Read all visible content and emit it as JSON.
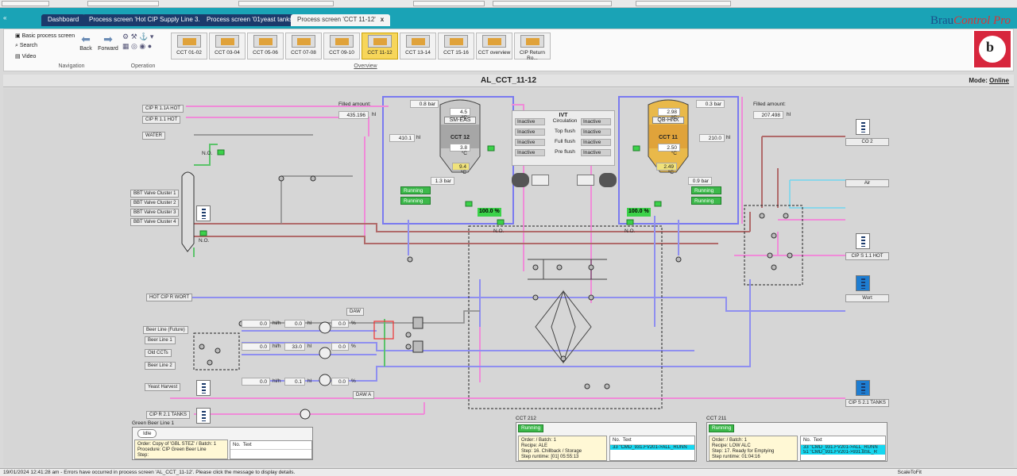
{
  "tabs": [
    {
      "label": "Dashboard",
      "active": false
    },
    {
      "label": "Process screen 'Hot CIP Supply Line 3...'",
      "active": false
    },
    {
      "label": "Process screen '01yeast tanks'",
      "active": false
    },
    {
      "label": "Process screen 'CCT 11-12'",
      "active": true
    }
  ],
  "brand": {
    "a": "Brau",
    "b": "Control Pro"
  },
  "ribbon": {
    "nav_items": [
      "Basic process screen",
      "Search",
      "Video"
    ],
    "back": "Back",
    "forward": "Forward",
    "navigation": "Navigation",
    "operation": "Operation",
    "overview": "Overview",
    "ccts": [
      "CCT 01-02",
      "CCT 03-04",
      "CCT 05-06",
      "CCT 07-08",
      "CCT 09-10",
      "CCT 11-12",
      "CCT 13-14",
      "CCT 15-16",
      "CCT overview",
      "CIP Return Ro..."
    ]
  },
  "screen": {
    "title": "AL_CCT_11-12",
    "mode_label": "Mode:",
    "mode_value": "Online"
  },
  "left_labels": [
    "CIP R 1.1A HOT",
    "CIP R 1.1 HOT",
    "WATER",
    "BBT Valve Cluster 1",
    "BBT Valve Cluster 2",
    "BBT Valve Cluster 3",
    "BBT Valve Cluster 4",
    "HOT CIP R WORT",
    "Beer Line (Future)",
    "Beer Line 1",
    "Old CCTs",
    "Beer Line 2",
    "Yeast Harvest",
    "CIP R 2.1 TANKS"
  ],
  "right_labels": [
    "CO 2",
    "Air",
    "CIP S 1.1 HOT",
    "Wort",
    "CIP S 2.1 TANKS"
  ],
  "misc": {
    "no": "N.O.",
    "daw": "DAW",
    "daw_a": "DAW A",
    "hl": "hl",
    "hl_h": "hl/h",
    "pct": "%"
  },
  "cct12": {
    "filled_label": "Filled amount:",
    "filled_value": "435.196",
    "unit": "hl",
    "pressure_top": "0.8 bar",
    "level_left": "410.1",
    "tank_name": "SM-EAS",
    "tank_id": "CCT 12",
    "temp1": "4.5 °C",
    "temp2": "3.8 °C",
    "temp3": "9.4 °C",
    "pressure_bottom": "1.3 bar",
    "run1": "Running",
    "run2": "Running",
    "valve_pct": "100.0 %"
  },
  "cct11": {
    "filled_label": "Filled amount:",
    "filled_value": "207.498",
    "unit": "hl",
    "pressure_top": "0.3 bar",
    "level_right": "210.0",
    "tank_name": "QB-HNX",
    "tank_id": "CCT 11",
    "temp1": "2.98 °C",
    "temp2": "2.50 °C",
    "temp3": "2.49 °C",
    "pressure_bottom": "0.9 bar",
    "run1": "Running",
    "run2": "Running",
    "valve_pct": "100.0 %"
  },
  "ivt": {
    "title": "IVT",
    "rows": [
      {
        "a": "Inactive",
        "m": "Circulation",
        "b": "Inactive"
      },
      {
        "a": "Inactive",
        "m": "Top flush",
        "b": "Inactive"
      },
      {
        "a": "Inactive",
        "m": "Full flush",
        "b": "Inactive"
      },
      {
        "a": "Inactive",
        "m": "Pre flush",
        "b": "Inactive"
      }
    ]
  },
  "flow_rows": [
    {
      "rate": "0.0",
      "vol": "0.0",
      "pct": "0.0"
    },
    {
      "rate": "0.0",
      "vol": "33.0",
      "pct": "0.0"
    },
    {
      "rate": "0.0",
      "vol": "0.1",
      "pct": "0.0"
    }
  ],
  "green_beer": {
    "title": "Green Beer Line 1",
    "state": "Idle",
    "order_label": "Order:",
    "order_value": "Copy of 'GBL STEZ' / Batch: 1",
    "procedure_label": "Procedure:",
    "procedure_value": "CIP Green Beer Line",
    "step_label": "Step:",
    "msg_no": "No.",
    "msg_text": "Text"
  },
  "cct212": {
    "title": "CCT 212",
    "state": "Running",
    "order": "Order:   / Batch: 1",
    "recipe": "Recipe: ALE",
    "step": "Step:    16. Chillback / Storage",
    "runtime": "Step runtime:   [01] 05:55:13",
    "msg_no": "No.",
    "msg_text": "Text",
    "msg_row": "33  \"CMD_931.FV201->ALL_RUNN"
  },
  "cct211": {
    "title": "CCT 211",
    "state": "Running",
    "order": "Order:   / Batch: 1",
    "recipe": "Recipe: LOW ALC",
    "step": "Step:    17. Ready for Emptying",
    "runtime": "Step runtime:   01:04:16",
    "msg_no": "No.",
    "msg_text": "Text",
    "msg_row1": "33  \"CMD_931.FV201->ALL_RUNN",
    "msg_row2": "51  \"CMD_931.FV201->931.BSL_R"
  },
  "status": {
    "message": "19/01/2024 12:41:28 am - Errors have occurred in process screen 'AL_CCT_11-12'. Please click the message to display details.",
    "scale": "ScaleToFit"
  },
  "colors": {
    "accent": "#1aa3b6",
    "dark_tab": "#1b3a6b",
    "running": "#3cb84a",
    "pink_pipe": "#f08bd8",
    "blue_pipe": "#8f8ff0",
    "red_pipe": "#b06060"
  }
}
